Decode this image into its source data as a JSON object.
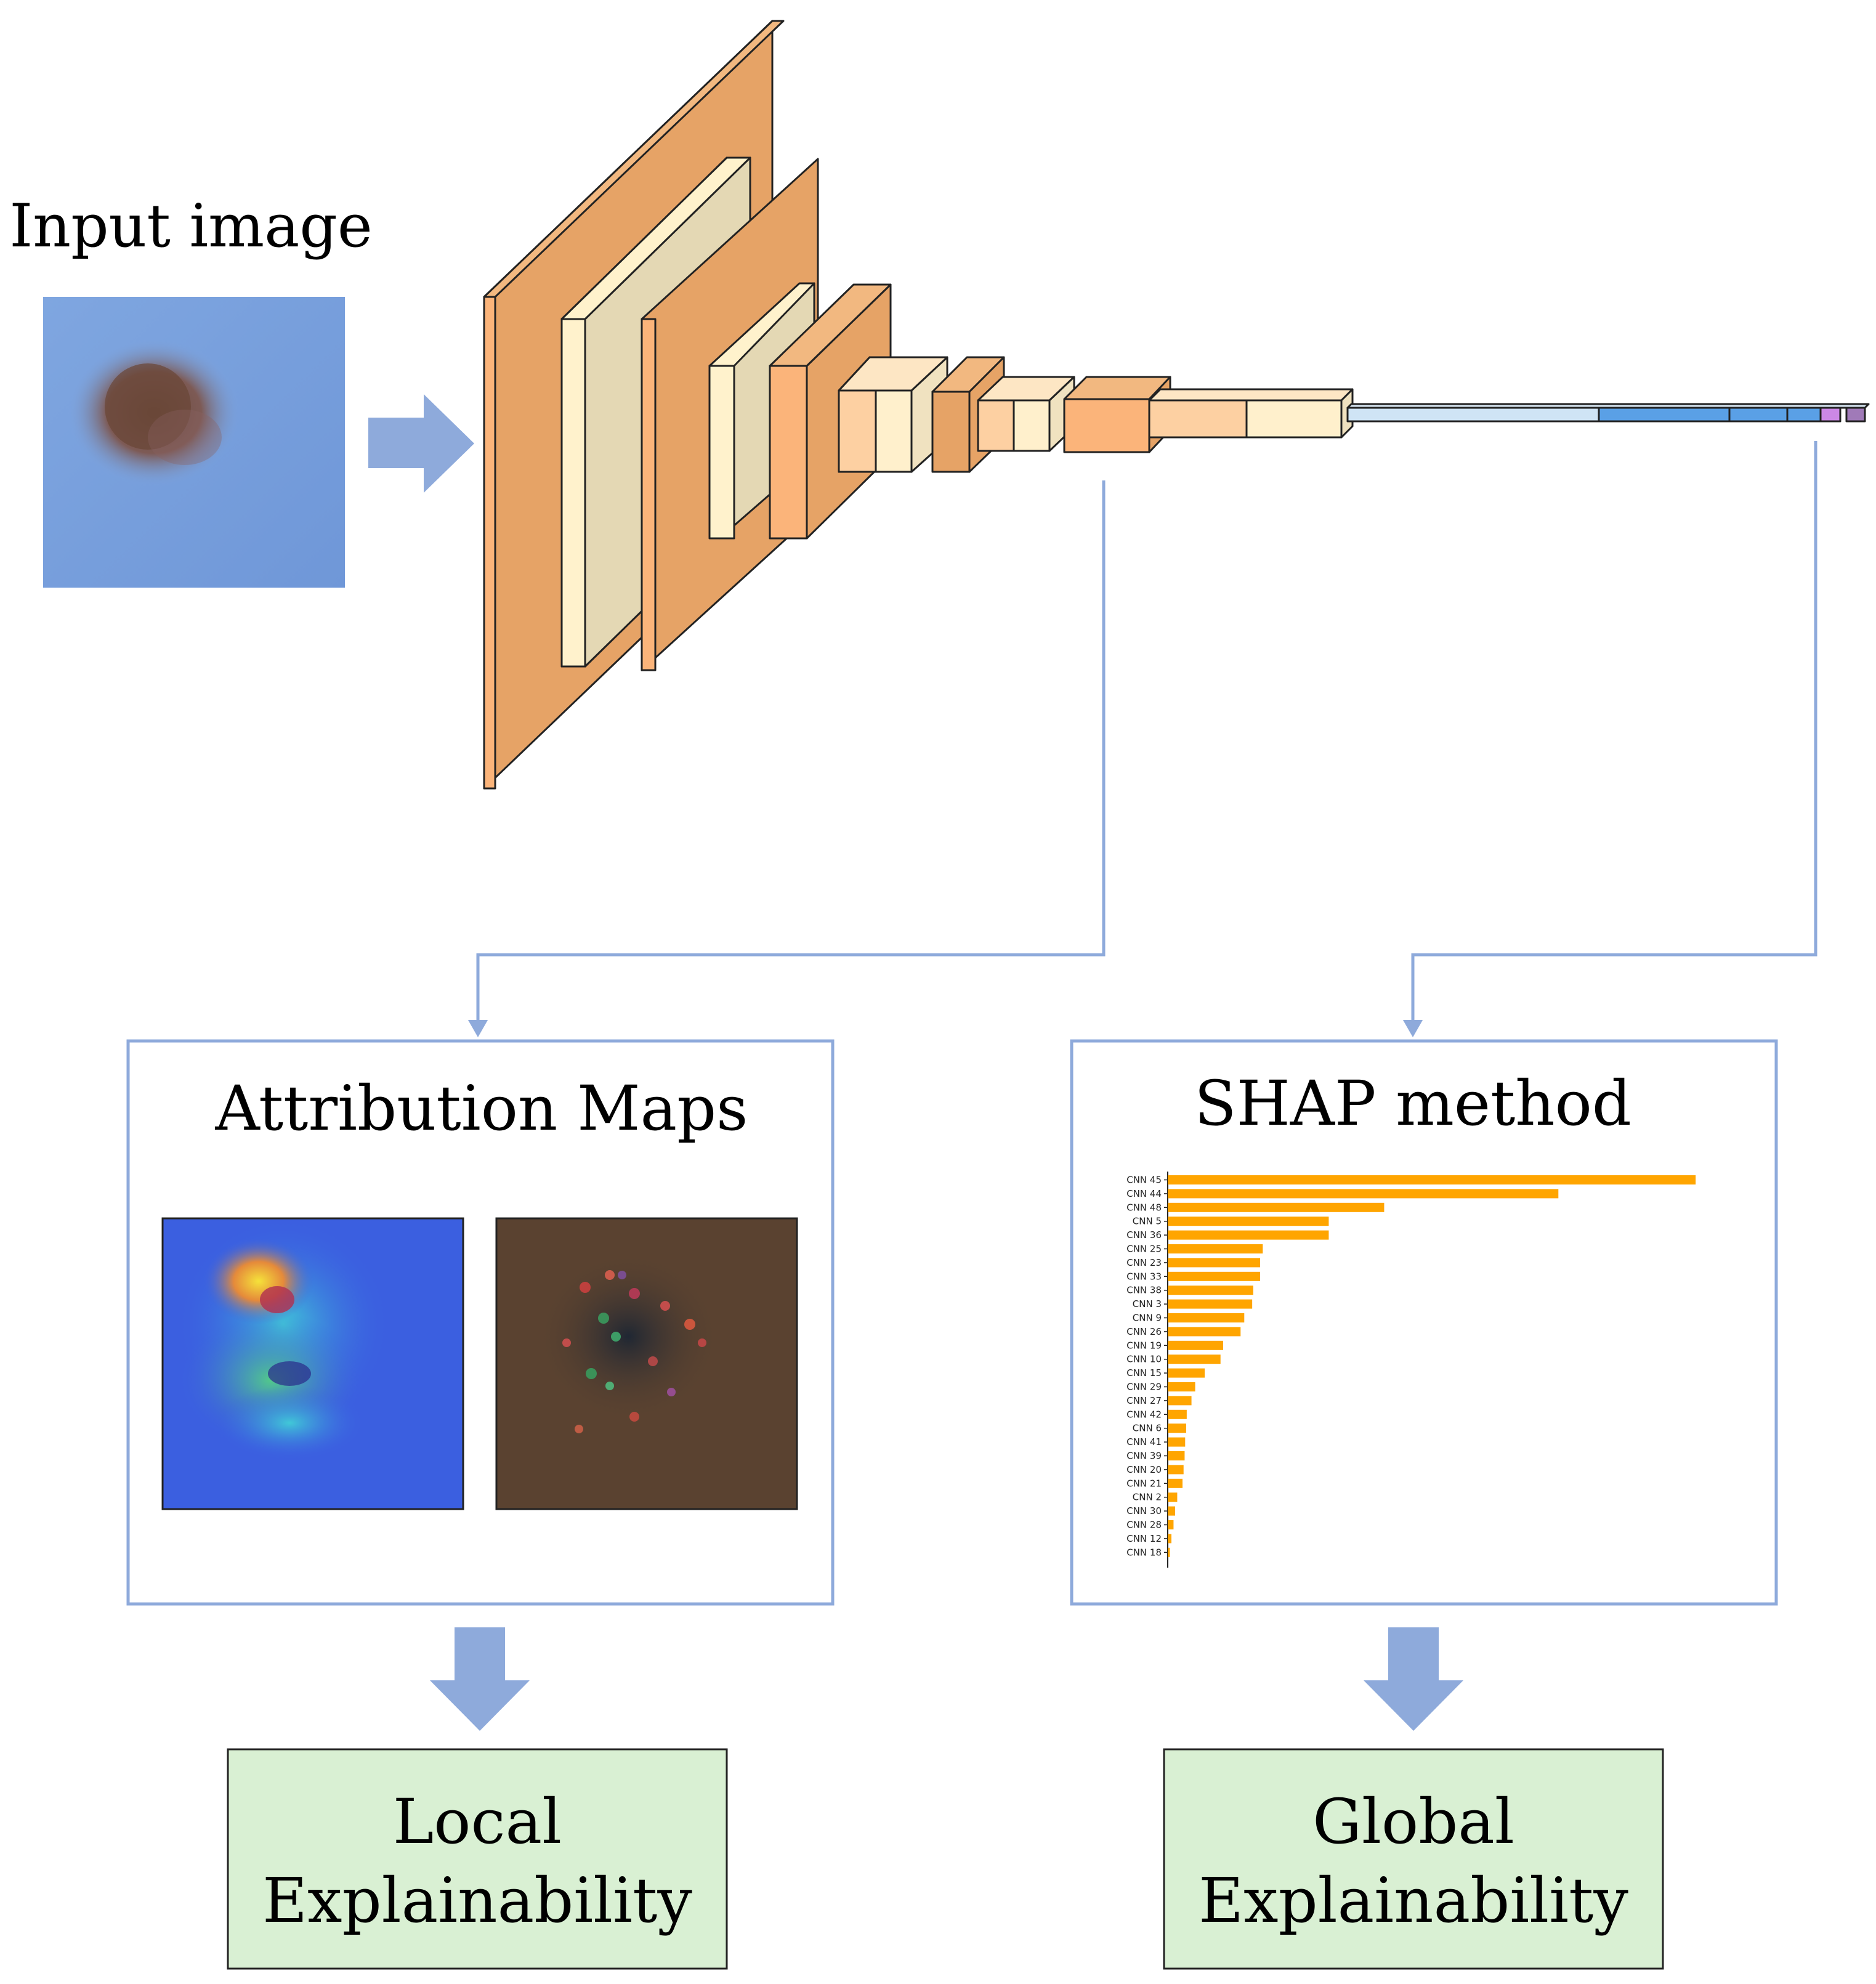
{
  "input_title": "Input image",
  "attribution": {
    "title": "Attribution Maps"
  },
  "shap": {
    "title": "SHAP method",
    "chart_data": {
      "type": "bar",
      "orientation": "horizontal",
      "categories": [
        "CNN 45",
        "CNN 44",
        "CNN 48",
        "CNN 5",
        "CNN 36",
        "CNN 25",
        "CNN 23",
        "CNN 33",
        "CNN 38",
        "CNN 3",
        "CNN 9",
        "CNN 26",
        "CNN 19",
        "CNN 10",
        "CNN 15",
        "CNN 29",
        "CNN 27",
        "CNN 42",
        "CNN 6",
        "CNN 41",
        "CNN 39",
        "CNN 20",
        "CNN 21",
        "CNN 2",
        "CNN 30",
        "CNN 28",
        "CNN 12",
        "CNN 18"
      ],
      "values": [
        100,
        74,
        41,
        30.5,
        30.5,
        18,
        17.5,
        17.5,
        16.2,
        16,
        14.5,
        13.8,
        10.5,
        10,
        7,
        5.2,
        4.5,
        3.6,
        3.5,
        3.3,
        3.2,
        3,
        2.8,
        1.8,
        1.4,
        1.1,
        0.7,
        0.4
      ],
      "bar_color": "#ffa500",
      "xlim": [
        0,
        105
      ]
    }
  },
  "local_box": {
    "line1": "Local",
    "line2": "Explainability"
  },
  "global_box": {
    "line1": "Global",
    "line2": "Explainability"
  },
  "colors": {
    "arrow": "#8eaadb",
    "panel_border": "#8eaadb",
    "result_fill": "#d9f0d3",
    "conv_dark": "#e6a366",
    "conv_mid": "#fbb47a",
    "pool_light": "#fdd0a2",
    "pool_pale": "#fff0cc",
    "dense_blue": "#5aa0e6",
    "flatten": "#cfe4f5",
    "output_purple": "#cc88e6"
  }
}
